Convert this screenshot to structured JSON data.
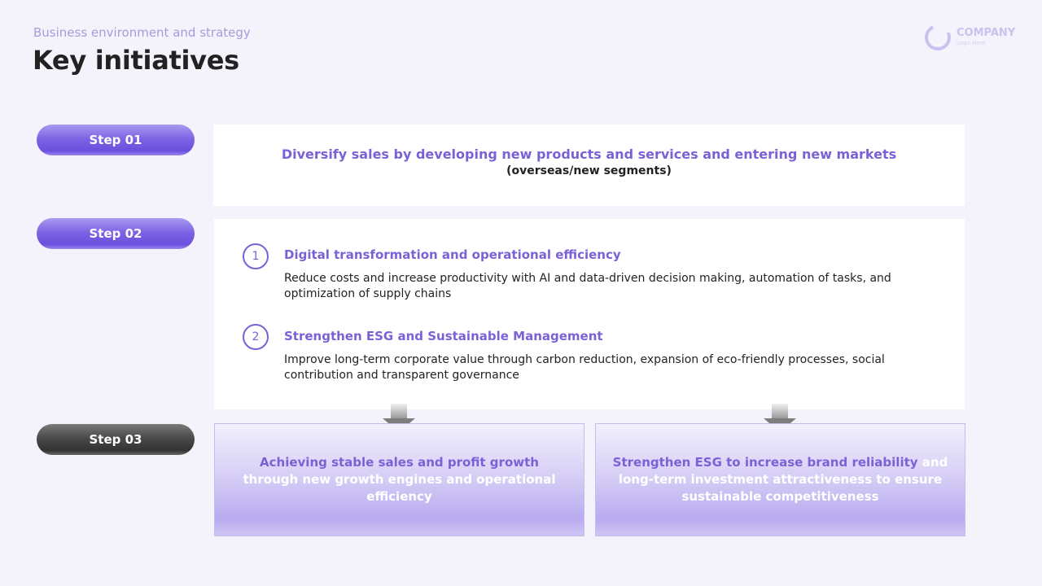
{
  "header": {
    "subtitle": "Business environment and strategy",
    "title": "Key initiatives"
  },
  "logo": {
    "name": "COMPANY",
    "tagline": "Logo Here",
    "icon": "ring-logo-icon"
  },
  "steps": {
    "step1": {
      "label": "Step 01",
      "main": "Diversify sales by developing new products and services and entering new markets",
      "sub": "(overseas/new segments)"
    },
    "step2": {
      "label": "Step 02",
      "items": [
        {
          "number": "1",
          "title": "Digital transformation and operational efficiency",
          "desc": "Reduce costs and increase productivity with AI and data-driven decision making, automation of tasks, and optimization of supply chains"
        },
        {
          "number": "2",
          "title": "Strengthen ESG and Sustainable Management",
          "desc": "Improve long-term corporate value through carbon reduction, expansion of eco-friendly processes, social contribution and transparent governance"
        }
      ]
    },
    "step3": {
      "label": "Step 03",
      "outcomes": [
        {
          "highlight": "Achieving stable sales and profit growth",
          "rest": "through new growth engines and operational efficiency"
        },
        {
          "highlight": "Strengthen ESG to increase brand reliability",
          "rest": "and long-term investment attractiveness to ensure sustainable competitiveness"
        }
      ]
    }
  },
  "colors": {
    "accent": "#7b61d6",
    "background": "#f4f3fc",
    "step_purple": "#7d64e4",
    "step_dark": "#4a4a4a"
  }
}
